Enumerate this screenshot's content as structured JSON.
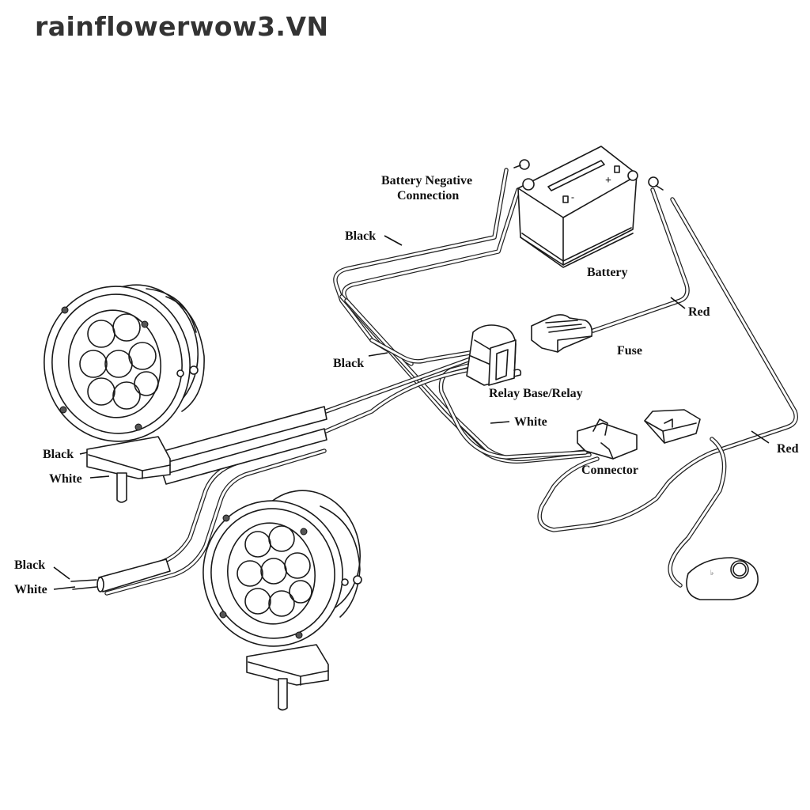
{
  "watermark": "rainflowerwow3.VN",
  "diagram": {
    "title": "LED work light wiring harness diagram",
    "labels": {
      "battery_negative": [
        "Battery Negative",
        "Connection"
      ],
      "battery": "Battery",
      "black_top": "Black",
      "black_mid": "Black",
      "red_upper": "Red",
      "red_lower": "Red",
      "fuse": "Fuse",
      "relay": "Relay Base/Relay",
      "white_mid": "White",
      "connector": "Connector",
      "lamp1_black": "Black",
      "lamp1_white": "White",
      "end_black": "Black",
      "end_white": "White"
    },
    "components": [
      "battery",
      "relay",
      "fuse",
      "connector",
      "switch",
      "lamp-1",
      "lamp-2"
    ],
    "battery_terminals": [
      "-",
      "+"
    ]
  }
}
